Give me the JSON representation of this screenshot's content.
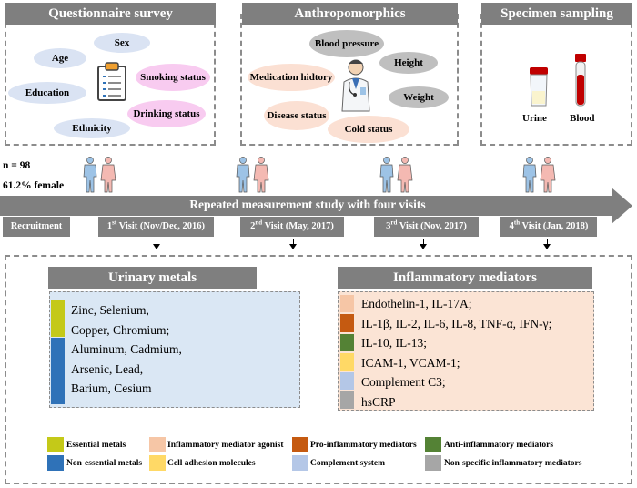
{
  "sections": {
    "questionnaire": {
      "title": "Questionnaire survey",
      "items": [
        "Sex",
        "Age",
        "Education",
        "Smoking status",
        "Drinking status",
        "Ethnicity"
      ]
    },
    "anthropomorphics": {
      "title": "Anthropomorphics",
      "items": [
        "Blood pressure",
        "Medication hidtory",
        "Height",
        "Weight",
        "Disease status",
        "Cold status"
      ]
    },
    "specimen": {
      "title": "Specimen sampling",
      "items": [
        "Urine",
        "Blood"
      ]
    }
  },
  "study": {
    "n": "n = 98",
    "female": "61.2% female",
    "arrow_label": "Repeated measurement study with four visits",
    "recruitment": "Recruitment",
    "visits": [
      {
        "num": "1",
        "sup": "st",
        "text": " Visit (Nov/Dec, 2016)"
      },
      {
        "num": "2",
        "sup": "nd",
        "text": " Visit (May, 2017)"
      },
      {
        "num": "3",
        "sup": "rd",
        "text": " Visit (Nov, 2017)"
      },
      {
        "num": "4",
        "sup": "th",
        "text": " Visit  (Jan, 2018)"
      }
    ]
  },
  "urinary": {
    "title": "Urinary metals",
    "lines": [
      "Zinc, Selenium,",
      "Copper, Chromium;",
      "Aluminum, Cadmium,",
      "Arsenic, Lead,",
      "Barium, Cesium"
    ]
  },
  "inflammatory": {
    "title": "Inflammatory mediators",
    "lines": [
      "Endothelin-1, IL-17A;",
      "IL-1β, IL-2, IL-6, IL-8, TNF-α, IFN-γ;",
      "IL-10, IL-13;",
      "ICAM-1, VCAM-1;",
      "Complement C3;",
      "hsCRP"
    ]
  },
  "legend": [
    {
      "label": "Essential metals",
      "color": "#c4c918"
    },
    {
      "label": "Non-essential metals",
      "color": "#2f72b8"
    },
    {
      "label": "Inflammatory mediator agonist",
      "color": "#f6c6a6"
    },
    {
      "label": "Cell adhesion molecules",
      "color": "#ffd966"
    },
    {
      "label": "Pro-inflammatory mediators",
      "color": "#c55a11"
    },
    {
      "label": "Complement system",
      "color": "#b4c7e7"
    },
    {
      "label": "Anti-inflammatory  mediators",
      "color": "#548235"
    },
    {
      "label": "Non-specific inflammatory mediators",
      "color": "#a6a6a6"
    }
  ],
  "colors": {
    "header_gray": "#7f7f7f",
    "urinary_bg": "#dae7f4",
    "inflammatory_bg": "#fbe4d5",
    "bubble_blue": "#dae3f3",
    "bubble_pink": "#f8cbf0",
    "bubble_gray": "#bfbfbf",
    "bubble_peach": "#fbe0d3"
  }
}
